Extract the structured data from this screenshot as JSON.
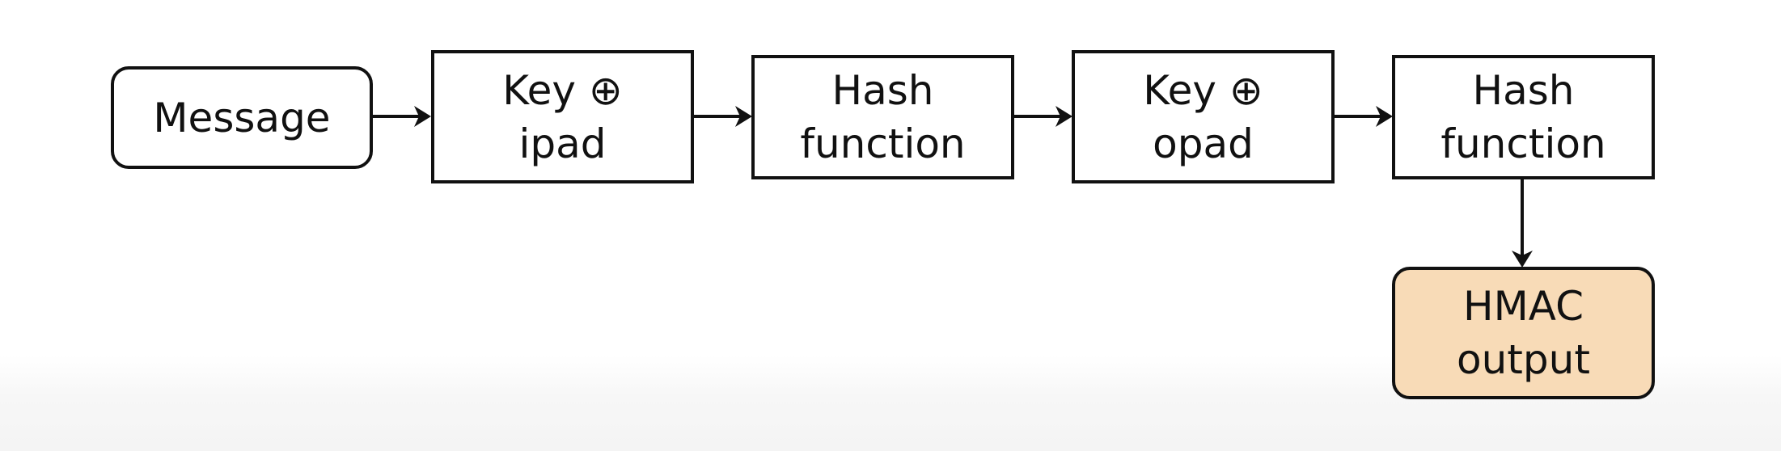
{
  "diagram": {
    "nodes": [
      {
        "id": "message",
        "label": "Message"
      },
      {
        "id": "key-ipad",
        "label": "Key ⊕\nipad"
      },
      {
        "id": "hash1",
        "label": "Hash\nfunction"
      },
      {
        "id": "key-opad",
        "label": "Key ⊕\nopad"
      },
      {
        "id": "hash2",
        "label": "Hash\nfunction"
      },
      {
        "id": "hmac-output",
        "label": "HMAC\noutput"
      }
    ],
    "colors": {
      "stroke": "#111111",
      "output_fill": "#f8dbb7",
      "box_fill": "#ffffff"
    }
  }
}
